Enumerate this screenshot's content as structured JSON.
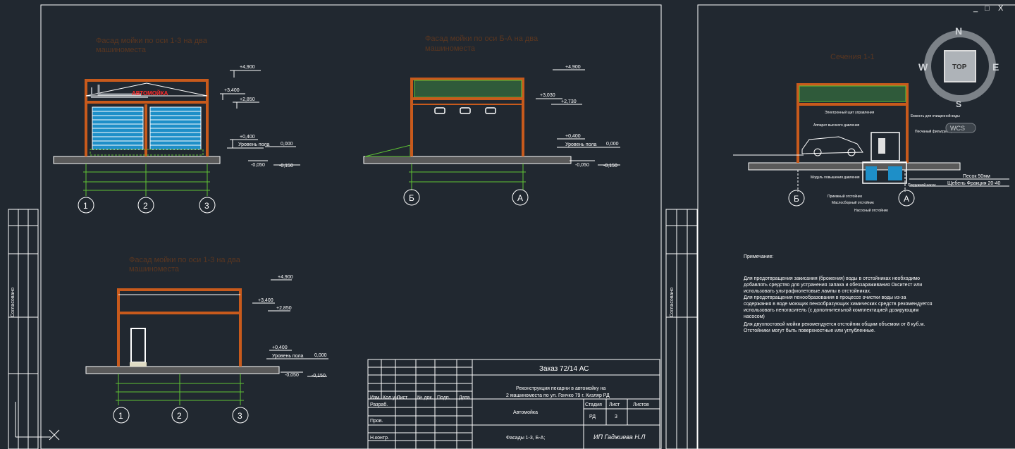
{
  "sheets": {
    "facade1": {
      "title_line1": "Фасад мойки по оси 1-3  на два",
      "title_line2": "машиноместа",
      "sign": "АВТОМОЙКА",
      "levels": [
        "+4,900",
        "+3,400",
        "+2,850",
        "+0,400",
        "Уровень пола",
        "0,000",
        "-0,050",
        "-0,150"
      ],
      "axes": [
        "1",
        "2",
        "3"
      ]
    },
    "facade2": {
      "title_line1": "Фасад мойки по оси Б-А  на два",
      "title_line2": "машиноместа",
      "levels": [
        "+4,900",
        "+3,030",
        "+2,730",
        "+0,400",
        "Уровень пола",
        "0,000",
        "-0,050",
        "-0,150"
      ],
      "axes": [
        "Б",
        "А"
      ]
    },
    "facade3": {
      "title_line1": "Фасад мойки по оси 1-3  на два",
      "title_line2": "машиноместа",
      "levels": [
        "+4,900",
        "+3,400",
        "+2,850",
        "+0,400",
        "Уровень пола",
        "0,000",
        "-0,050",
        "-0,150"
      ],
      "axes": [
        "1",
        "2",
        "3"
      ]
    },
    "section": {
      "title": "Сечения 1-1",
      "labels": [
        "Электронный щит управления",
        "Аппарат высокого давления",
        "Емкость для очищенной воды",
        "Песчаный фильтрующий колонна",
        "Модуль повышения давления",
        "Погружной насос",
        "Приемный отстойник",
        "Маслосборный отстойник",
        "Насосный отстойник"
      ],
      "soil1": "Песок 50мм",
      "soil2": "Щебень Фракция 20-40",
      "axes": [
        "Б",
        "А"
      ]
    },
    "note": {
      "heading": "Примечание:",
      "lines": [
        "Для предотвращения закисания (брожения) воды в отстойниках необходимо",
        "добавлять средство для устранения запаха и обеззараживания Окситест или",
        "использовать ультрафиолетовые лампы в отстойниках.",
        "Для предотвращения пенообразования в процессе очистки воды из-за",
        "содержания в воде моющих пенообразующих химических средств рекомендуется",
        "использовать пеногаситель  (с дополнительной комплектацией дозирующим",
        "насосом)",
        "Для двухпостовой мойки рекомендуется отстойник общим объемом от 8 куб.м.",
        "Отстойники могут быть поверхностные или углубленные."
      ]
    }
  },
  "titleblock": {
    "order": "Заказ 72/14 АС",
    "project_line1": "Реконструкция пекарни в автомойку на",
    "project_line2": "2 машиноместа по ул. Гончко 79 г. Кизляр РД",
    "object": "Автомойка",
    "sheet_title": "Фасады 1-3, Б-А;",
    "company": "ИП Гаджиева Н.Л",
    "stage_h": "Стадия",
    "sheet_h": "Лист",
    "sheets_h": "Листов",
    "stage": "РД",
    "sheet": "3",
    "rows": [
      "Изм.",
      "Кол.уч",
      "Лист",
      "№ док.",
      "Подп.",
      "Дата"
    ],
    "roles": [
      "Разраб.",
      "Пров.",
      "Н.контр."
    ]
  },
  "viewcube": {
    "n": "N",
    "s": "S",
    "e": "E",
    "w": "W",
    "top": "TOP",
    "wcs": "WCS"
  },
  "side_stamp": "Согласовано",
  "window_controls": [
    "_",
    "□",
    "X"
  ]
}
